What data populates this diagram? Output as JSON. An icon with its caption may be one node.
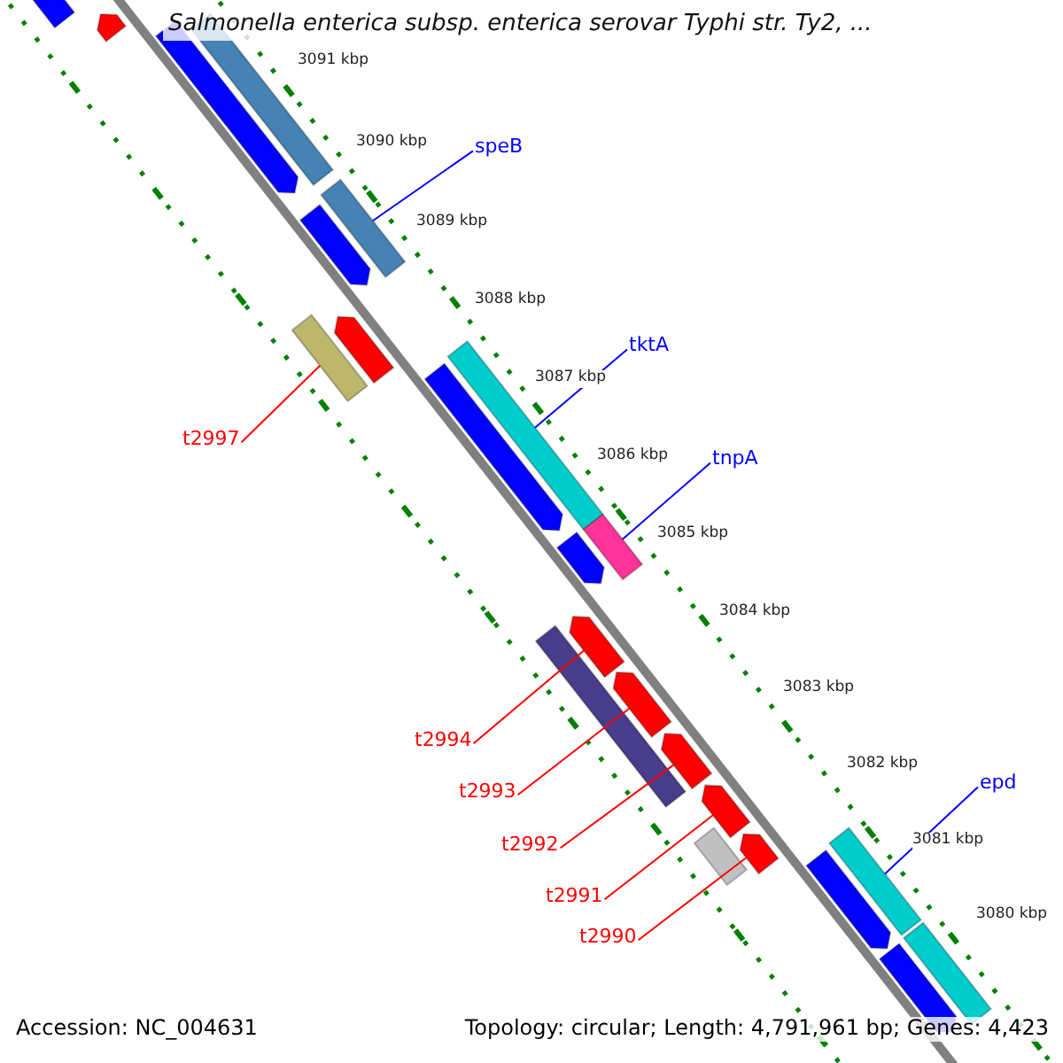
{
  "diagram": {
    "title": "Salmonella enterica subsp. enterica serovar Typhi str. Ty2, ...",
    "nodes": [
      {
        "text": [
          "speB"
        ]
      },
      {
        "text": [],
        "shape": "bar"
      },
      {
        "text": [
          "tktA"
        ]
      },
      {
        "text": [],
        "shape": "bar"
      },
      {
        "text": [
          "tnpA"
        ]
      },
      {
        "text": [],
        "shape": "bar"
      },
      {
        "text": [
          "t2997"
        ]
      },
      {
        "text": [],
        "shape": "bar"
      },
      {
        "text": [
          "t2994"
        ]
      },
      {
        "text": [],
        "shape": "bar"
      },
      {
        "text": [
          "t2993"
        ]
      },
      {
        "text": [],
        "shape": "bar"
      },
      {
        "text": [
          "t2992"
        ]
      },
      {
        "text": [],
        "shape": "bar"
      },
      {
        "text": [
          "t2991"
        ]
      },
      {
        "text": [],
        "shape": "bar"
      },
      {
        "text": [
          "t2990"
        ]
      },
      {
        "text": [],
        "shape": "bar"
      },
      {
        "text": [
          "epd"
        ]
      },
      {
        "text": [],
        "shape": "bar"
      },
      {
        "text": [],
        "shape": "bar"
      },
      {
        "text": [],
        "shape": "bar"
      },
      {
        "text": [],
        "shape": "bar"
      },
      {
        "text": [],
        "shape": "bar"
      },
      {
        "text": [],
        "shape": "bar"
      },
      {
        "text": [],
        "shape": "bar"
      },
      {
        "text": [],
        "shape": "bar"
      },
      {
        "text": [],
        "shape": "bar"
      },
      {
        "text": [],
        "shape": "bar"
      },
      {
        "text": [],
        "shape": "bar"
      },
      {
        "text": [],
        "shape": "bar"
      },
      {
        "text": [],
        "shape": "bar"
      },
      {
        "text": [],
        "shape": "bar"
      }
    ],
    "edges": [
      {
        "from": 0,
        "to": 1,
        "arrow": "none",
        "color": "#0000ff"
      },
      {
        "from": 2,
        "to": 3,
        "arrow": "none",
        "color": "#0000ff"
      },
      {
        "from": 4,
        "to": 5,
        "arrow": "none",
        "color": "#0000ff"
      },
      {
        "from": 6,
        "to": 7,
        "arrow": "none"
      },
      {
        "from": 8,
        "to": 9,
        "arrow": "none"
      },
      {
        "from": 10,
        "to": 11,
        "arrow": "none"
      },
      {
        "from": 12,
        "to": 13,
        "arrow": "none"
      },
      {
        "from": 14,
        "to": 15,
        "arrow": "none"
      },
      {
        "from": 16,
        "to": 17,
        "arrow": "none"
      },
      {
        "from": 18,
        "to": 19,
        "arrow": "none",
        "color": "#0000ff"
      }
    ],
    "labels": [
      "3091 kbp",
      "3090 kbp",
      "3089 kbp",
      "3088 kbp",
      "3087 kbp",
      "3086 kbp",
      "3085 kbp",
      "3084 kbp",
      "3083 kbp",
      "3082 kbp",
      "3081 kbp",
      "3080 kbp",
      "Accession: NC_004631",
      "Topology: circular; Length: 4,791,961 bp; Genes: 4,423"
    ]
  }
}
